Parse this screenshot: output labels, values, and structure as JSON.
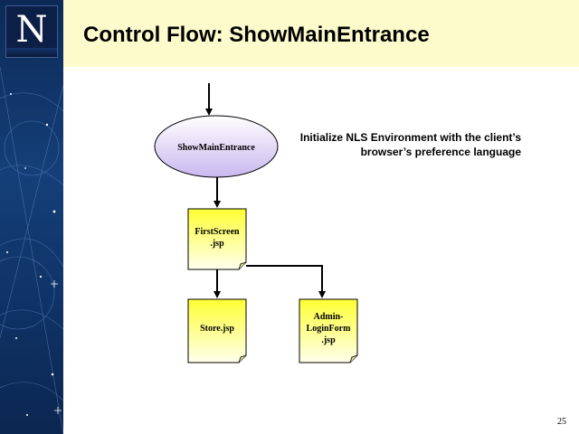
{
  "slide": {
    "title": "Control Flow: ShowMainEntrance",
    "page_number": "25",
    "logo_letter": "N"
  },
  "note": {
    "line1": "Initialize NLS Environment with the client’s",
    "line2": "browser’s preference language"
  },
  "nodes": {
    "show_main_entrance": "ShowMainEntrance",
    "first_screen_line1": "FirstScreen",
    "first_screen_line2": ".jsp",
    "store": "Store.jsp",
    "admin_line1": "Admin-",
    "admin_line2": "LoginForm",
    "admin_line3": ".jsp"
  },
  "colors": {
    "title_band": "#fdfbcc",
    "ellipse_fill_top": "#ffffff",
    "ellipse_fill_bottom": "#c9b8ef",
    "document_fill_top": "#ffff33",
    "document_fill_bottom": "#ffffee",
    "sidebar": "#143f78"
  }
}
